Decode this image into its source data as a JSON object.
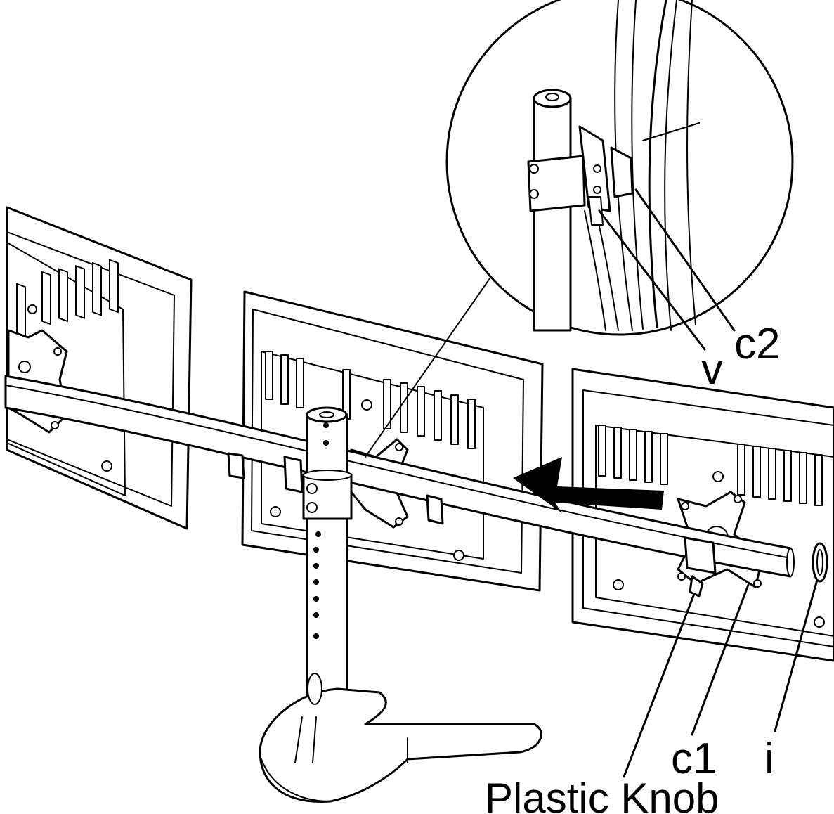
{
  "labels": {
    "c2": "c2",
    "v": "v",
    "c1": "c1",
    "i": "i",
    "plastic_knob": "Plastic Knob"
  },
  "icons": {
    "direction_arrow": "arrow-left-icon"
  },
  "colors": {
    "ink": "#000000",
    "paper": "#ffffff"
  }
}
